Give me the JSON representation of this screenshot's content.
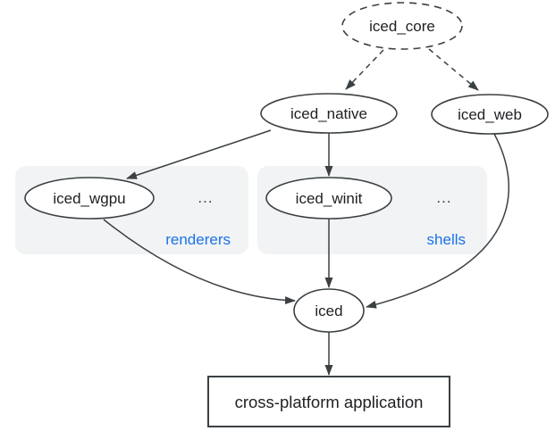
{
  "diagram": {
    "nodes": {
      "iced_core": "iced_core",
      "iced_native": "iced_native",
      "iced_web": "iced_web",
      "iced_wgpu": "iced_wgpu",
      "iced_winit": "iced_winit",
      "iced": "iced",
      "app": "cross-platform application"
    },
    "groups": {
      "renderers": {
        "label": "renderers",
        "ellipsis": "..."
      },
      "shells": {
        "label": "shells",
        "ellipsis": "..."
      }
    },
    "colors": {
      "background": "#ffffff",
      "node_fill": "#ffffff",
      "stroke": "#3b4043",
      "text": "#202124",
      "group_background": "#f1f3f4",
      "group_label_blue": "#1a73e8"
    }
  }
}
